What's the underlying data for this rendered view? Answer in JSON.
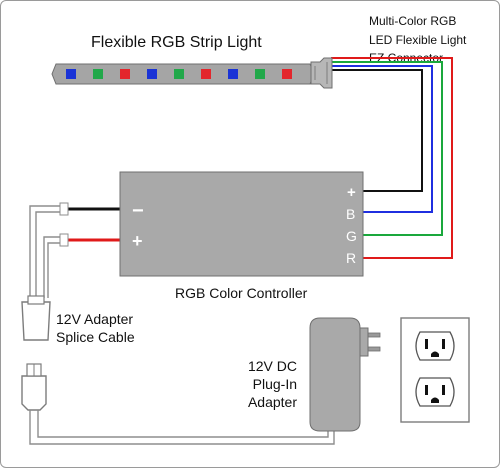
{
  "labels": {
    "strip_title": "Flexible RGB Strip Light",
    "connector_lines": [
      "Multi-Color RGB",
      "LED Flexible Light",
      "EZ Connector"
    ],
    "controller_title": "RGB Color Controller",
    "splice_lines": [
      "12V Adapter",
      "Splice Cable"
    ],
    "adapter_lines": [
      "12V DC",
      "Plug-In",
      "Adapter"
    ]
  },
  "controller": {
    "input_minus": "−",
    "input_plus": "+",
    "output_plus": "+",
    "output_b": "B",
    "output_g": "G",
    "output_r": "R"
  },
  "colors": {
    "led_blue": "#1a33d6",
    "led_green": "#22a84a",
    "led_red": "#e3262c",
    "wire_black": "#111111",
    "wire_blue": "#1f2fe0",
    "wire_green": "#1aa83c",
    "wire_red": "#e01a1a",
    "controller_fill": "#a9a9a9",
    "strip_fill": "#a5a5a5"
  },
  "strip_leds": [
    "blue",
    "green",
    "red",
    "blue",
    "green",
    "red",
    "blue",
    "green",
    "red"
  ]
}
